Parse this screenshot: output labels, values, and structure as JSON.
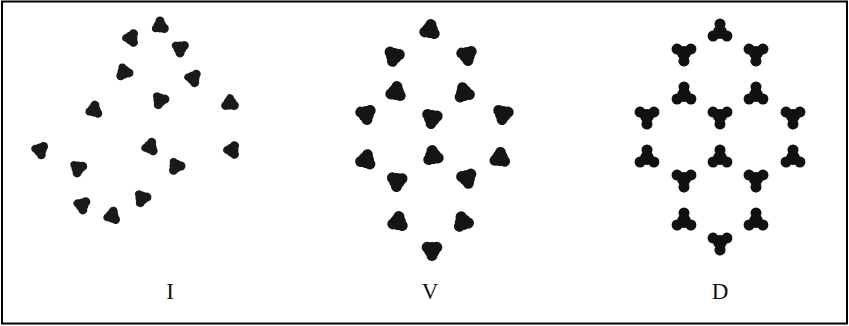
{
  "diagram": {
    "labels": [
      "I",
      "V",
      "D"
    ]
  }
}
